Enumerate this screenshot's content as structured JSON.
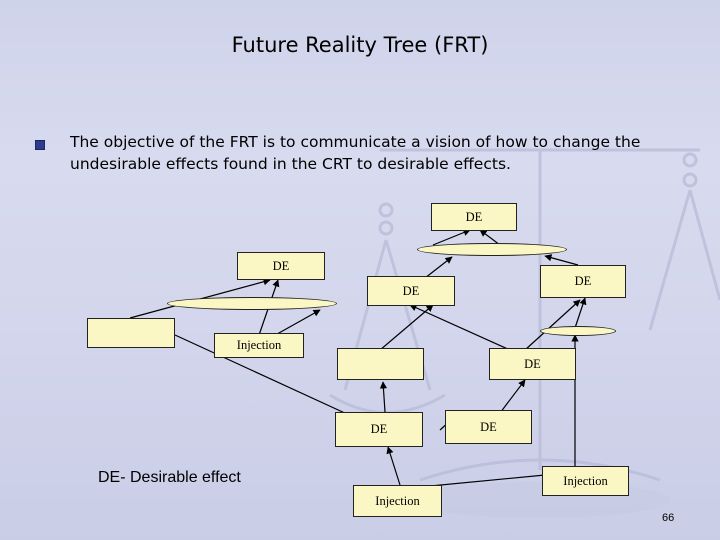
{
  "slide": {
    "title": "Future Reality Tree  (FRT)",
    "bullet": "The objective of the FRT is to communicate a vision of how to change the undesirable effects found in the CRT to desirable effects.",
    "legend": "DE- Desirable effect",
    "page_number": "66"
  },
  "diagram": {
    "boxes": {
      "de_top": "DE",
      "de_upper_left": "DE",
      "de_right": "DE",
      "de_center": "DE",
      "blank_left": "",
      "injection_left": "Injection",
      "blank_center": "",
      "de_mid_right": "DE",
      "de_low_center": "DE",
      "de_low_right": "DE",
      "injection_right": "Injection",
      "injection_bottom": "Injection"
    }
  },
  "colors": {
    "box_fill": "#fbf7c4",
    "bullet": "#2f3c8c",
    "background": "#d3d6ec"
  }
}
